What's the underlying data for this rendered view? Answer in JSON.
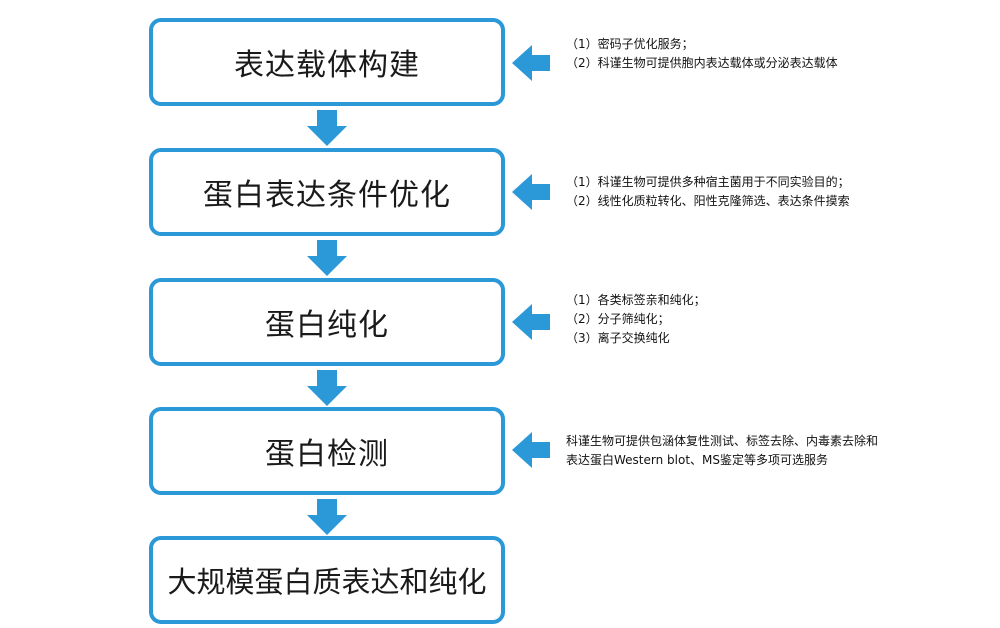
{
  "colors": {
    "accent": "#2B98D8",
    "text": "#1a1a1a"
  },
  "steps": [
    {
      "label": "表达载体构建",
      "notes": [
        "（1）密码子优化服务；",
        "（2）科谨生物可提供胞内表达载体或分泌表达载体"
      ]
    },
    {
      "label": "蛋白表达条件优化",
      "notes": [
        "（1）科谨生物可提供多种宿主菌用于不同实验目的；",
        "（2）线性化质粒转化、阳性克隆筛选、表达条件摸索"
      ]
    },
    {
      "label": "蛋白纯化",
      "notes": [
        "（1）各类标签亲和纯化；",
        "（2）分子筛纯化；",
        "（3）离子交换纯化"
      ]
    },
    {
      "label": "蛋白检测",
      "notes": [
        "科谨生物可提供包涵体复性测试、标签去除、内毒素去除和",
        "表达蛋白Western blot、MS鉴定等多项可选服务"
      ]
    },
    {
      "label": "大规模蛋白质表达和纯化",
      "notes": []
    }
  ]
}
